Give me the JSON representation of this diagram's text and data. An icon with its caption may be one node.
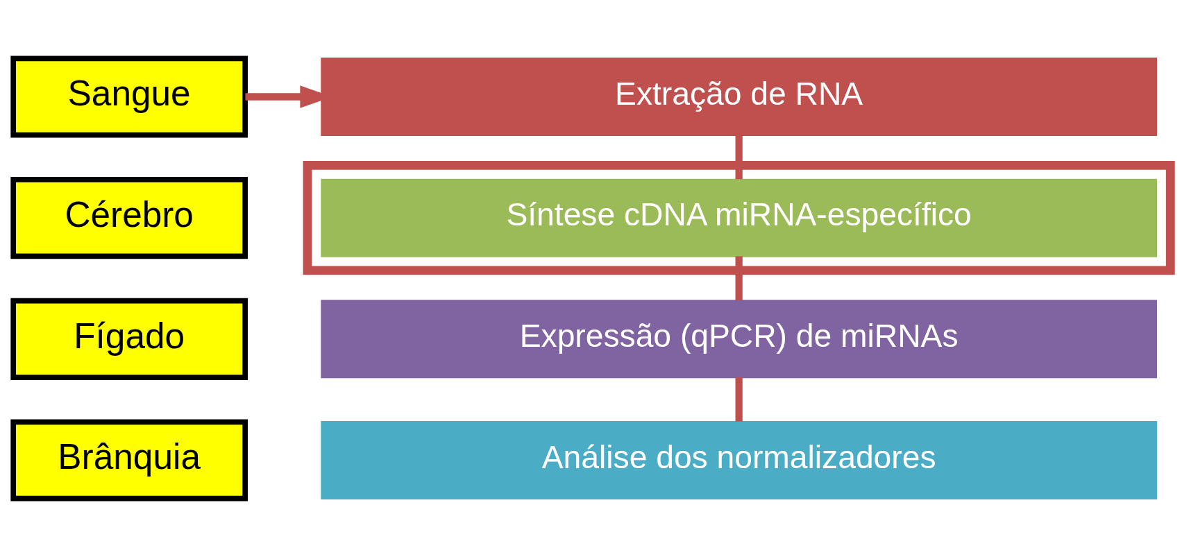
{
  "diagram": {
    "nodes": [
      {
        "text": [
          "Sangue"
        ]
      },
      {
        "text": [
          "Cérebro"
        ]
      },
      {
        "text": [
          "Fígado"
        ]
      },
      {
        "text": [
          "Brânquia"
        ]
      },
      {
        "text": [
          "Extração de RNA"
        ]
      },
      {
        "text": [],
        "shape": "box"
      },
      {
        "text": [
          "Síntese cDNA miRNA-específico"
        ],
        "in": 5
      },
      {
        "text": [
          "Expressão (qPCR) de miRNAs"
        ]
      },
      {
        "text": [
          "Análise dos normalizadores"
        ]
      }
    ],
    "edges": [
      {
        "from": 0,
        "to": 4,
        "arrow": "to"
      },
      {
        "from": 4,
        "to": 6,
        "arrow": "none"
      },
      {
        "from": 6,
        "to": 7,
        "arrow": "none"
      },
      {
        "from": 7,
        "to": 8,
        "arrow": "none"
      }
    ]
  }
}
